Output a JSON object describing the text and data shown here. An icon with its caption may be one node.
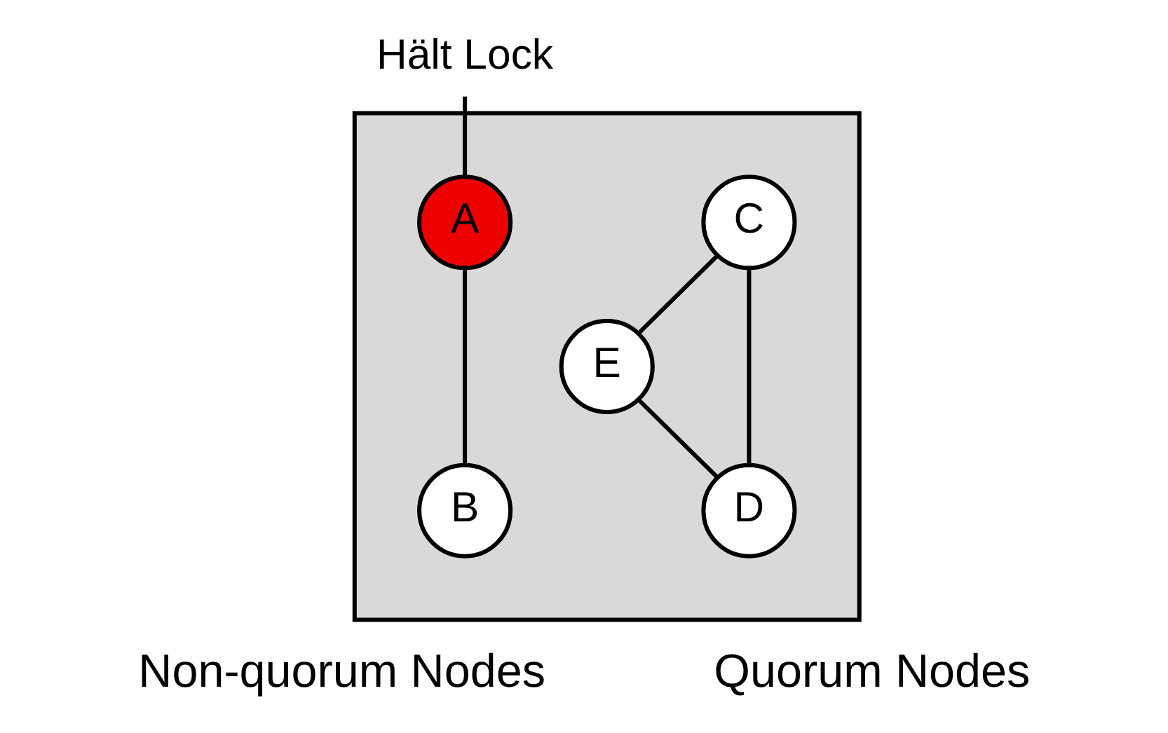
{
  "diagram": {
    "nodes": [
      {
        "text": [
          "Hält Lock"
        ]
      },
      {
        "text": [],
        "shape": "box"
      },
      {
        "text": [
          "A"
        ],
        "in": 1
      },
      {
        "text": [
          "B"
        ],
        "in": 1
      },
      {
        "text": [
          "C"
        ],
        "in": 1
      },
      {
        "text": [
          "D"
        ],
        "in": 1
      },
      {
        "text": [
          "E"
        ],
        "in": 1
      }
    ],
    "edges": [
      {
        "from": 0,
        "to": 2,
        "arrow": "none"
      },
      {
        "from": 2,
        "to": 3,
        "arrow": "none"
      },
      {
        "from": 4,
        "to": 5,
        "arrow": "none"
      },
      {
        "from": 4,
        "to": 6,
        "arrow": "none"
      },
      {
        "from": 6,
        "to": 5,
        "arrow": "none"
      }
    ],
    "labels": [
      "Non-quorum Nodes",
      "Quorum Nodes"
    ]
  }
}
